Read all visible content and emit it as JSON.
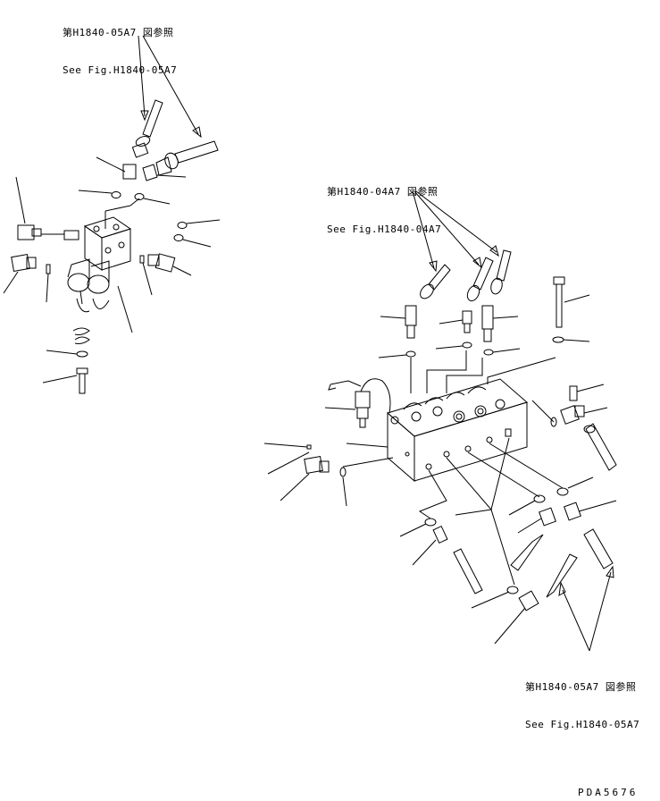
{
  "references": {
    "top_left": {
      "jp": "第H1840-05A7 図参照",
      "en": "See Fig.H1840-05A7"
    },
    "middle": {
      "jp": "第H1840-04A7 図参照",
      "en": "See Fig.H1840-04A7"
    },
    "bottom_right": {
      "jp": "第H1840-05A7 図参照",
      "en": "See Fig.H1840-05A7"
    }
  },
  "drawing_code": "PDA5676"
}
